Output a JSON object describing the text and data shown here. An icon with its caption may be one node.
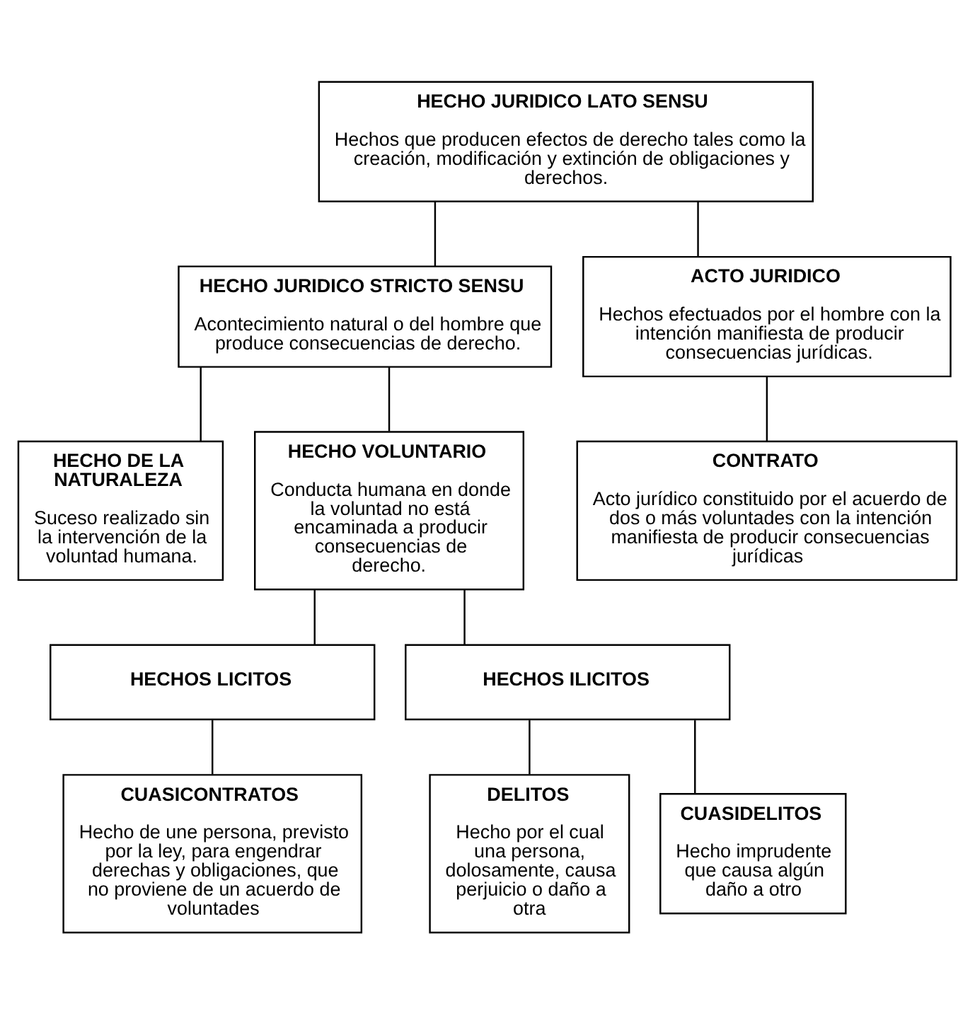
{
  "diagram": {
    "nodes": [
      {
        "text": [
          "HECHO JURIDICO LATO SENSU",
          "Hechos que producen efectos de derecho tales como la creación, modificación y extinción de obligaciones y derechos."
        ]
      },
      {
        "text": [
          "HECHO JURIDICO STRICTO SENSU",
          "Acontecimiento natural o del hombre que produce consecuencias de derecho."
        ]
      },
      {
        "text": [
          "ACTO JURIDICO",
          "Hechos efectuados por el hombre con la intención manifiesta de producir consecuencias jurídicas."
        ]
      },
      {
        "text": [
          "HECHO DE LA NATURALEZA",
          "Suceso realizado sin la intervención de la voluntad humana."
        ]
      },
      {
        "text": [
          "HECHO VOLUNTARIO",
          "Conducta humana en donde la voluntad no está encaminada a producir consecuencias de derecho."
        ]
      },
      {
        "text": [
          "CONTRATO",
          "Acto jurídico constituido por el acuerdo de dos o más voluntades con la intención manifiesta de producir consecuencias jurídicas"
        ]
      },
      {
        "text": [
          "HECHOS LICITOS"
        ]
      },
      {
        "text": [
          "HECHOS ILICITOS"
        ]
      },
      {
        "text": [
          "CUASICONTRATOS",
          "Hecho de une persona, previsto por la ley, para engendrar derechas y obligaciones, que no proviene de un acuerdo de voluntades"
        ]
      },
      {
        "text": [
          "DELITOS",
          "Hecho por el cual una persona, dolosamente, causa perjuicio o daño a otra"
        ]
      },
      {
        "text": [
          "CUASIDELITOS",
          "Hecho imprudente que causa algún daño a otro"
        ]
      }
    ],
    "edges": [
      {
        "from": 0,
        "to": 1,
        "arrow": "none"
      },
      {
        "from": 0,
        "to": 2,
        "arrow": "none"
      },
      {
        "from": 1,
        "to": 3,
        "arrow": "none"
      },
      {
        "from": 1,
        "to": 4,
        "arrow": "none"
      },
      {
        "from": 2,
        "to": 5,
        "arrow": "none"
      },
      {
        "from": 4,
        "to": 6,
        "arrow": "none"
      },
      {
        "from": 4,
        "to": 7,
        "arrow": "none"
      },
      {
        "from": 6,
        "to": 8,
        "arrow": "none"
      },
      {
        "from": 7,
        "to": 9,
        "arrow": "none"
      },
      {
        "from": 7,
        "to": 10,
        "arrow": "none"
      }
    ]
  }
}
